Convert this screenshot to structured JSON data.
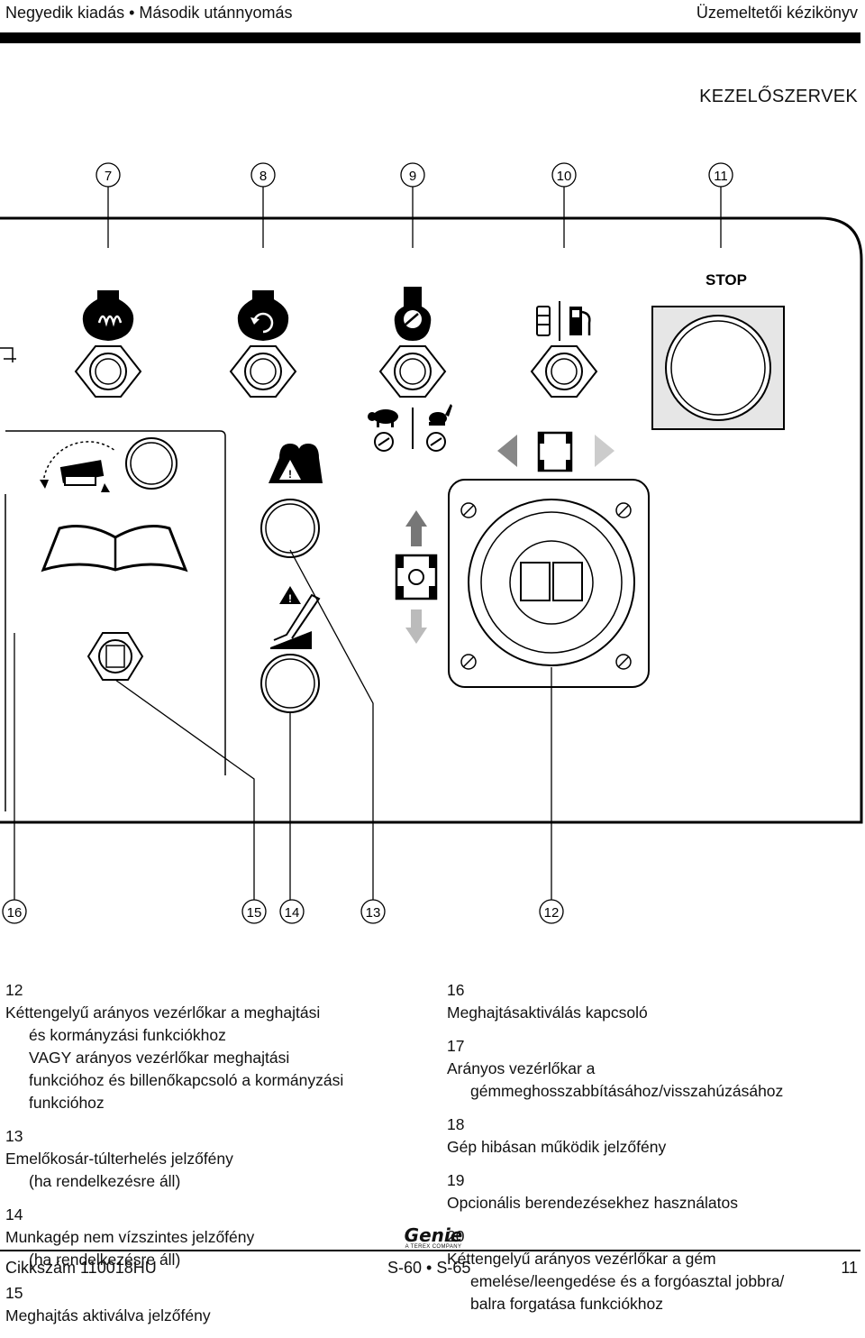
{
  "header": {
    "edition": "Negyedik kiadás • Második utánnyomás",
    "manual": "Üzemeltetői kézikönyv"
  },
  "section_title": "KEZELŐSZERVEK",
  "callouts": {
    "top": [
      "7",
      "8",
      "9",
      "10",
      "11"
    ],
    "bottom": [
      "16",
      "15",
      "14",
      "13",
      "12"
    ]
  },
  "panel": {
    "stop_label": "STOP"
  },
  "legend_left": [
    {
      "num": "12",
      "lines": [
        "Kéttengelyű arányos vezérlőkar a meghajtási",
        "és kormányzási funkciókhoz",
        "VAGY arányos vezérlőkar meghajtási",
        "funkcióhoz és billenőkapcsoló a kormányzási",
        "funkcióhoz"
      ]
    },
    {
      "num": "13",
      "lines": [
        "Emelőkosár-túlterhelés jelzőfény",
        "(ha rendelkezésre áll)"
      ]
    },
    {
      "num": "14",
      "lines": [
        "Munkagép nem vízszintes jelzőfény",
        "(ha rendelkezésre áll)"
      ]
    },
    {
      "num": "15",
      "lines": [
        "Meghajtás aktiválva jelzőfény"
      ]
    }
  ],
  "legend_right": [
    {
      "num": "16",
      "lines": [
        "Meghajtásaktiválás kapcsoló"
      ]
    },
    {
      "num": "17",
      "lines": [
        "Arányos vezérlőkar a",
        "gémmeghosszabbításához/visszahúzásához"
      ]
    },
    {
      "num": "18",
      "lines": [
        "Gép hibásan működik jelzőfény"
      ]
    },
    {
      "num": "19",
      "lines": [
        "Opcionális berendezésekhez használatos"
      ]
    },
    {
      "num": "20",
      "lines": [
        "Kéttengelyű arányos vezérlőkar a gém",
        "emelése/leengedése és a forgóasztal jobbra/",
        "balra forgatása funkciókhoz"
      ]
    }
  ],
  "logo": {
    "word": "Genie",
    "tagline": "A TEREX COMPANY"
  },
  "footer": {
    "part": "Cikkszám 110018HU",
    "models": "S-60 • S-65",
    "page": "11"
  }
}
